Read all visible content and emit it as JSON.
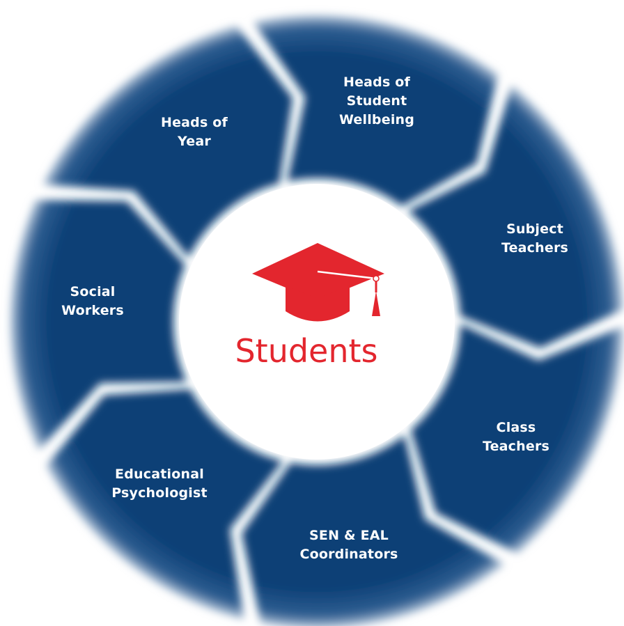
{
  "center": {
    "title": "Students",
    "icon": "graduation-cap-icon",
    "color": "#e3262e"
  },
  "segment_color": "#0c3f76",
  "segments": [
    {
      "name": "heads-of-year",
      "lines": [
        "Heads of",
        "Year"
      ]
    },
    {
      "name": "heads-of-student-wellbeing",
      "lines": [
        "Heads of",
        "Student",
        "Wellbeing"
      ]
    },
    {
      "name": "subject-teachers",
      "lines": [
        "Subject",
        "Teachers"
      ]
    },
    {
      "name": "class-teachers",
      "lines": [
        "Class",
        "Teachers"
      ]
    },
    {
      "name": "sen-eal-coordinators",
      "lines": [
        "SEN & EAL",
        "Coordinators"
      ]
    },
    {
      "name": "educational-psychologist",
      "lines": [
        "Educational",
        "Psychologist"
      ]
    },
    {
      "name": "social-workers",
      "lines": [
        "Social",
        "Workers"
      ]
    }
  ]
}
